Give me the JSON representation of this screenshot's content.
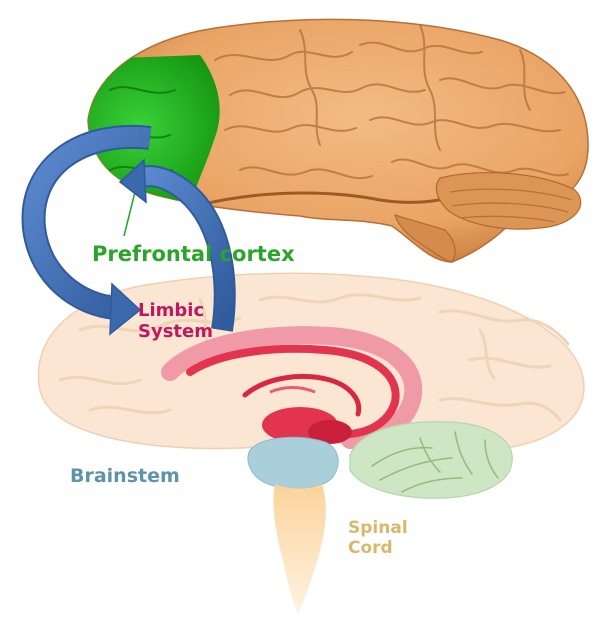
{
  "labels": {
    "prefrontal_cortex": "Prefrontal cortex",
    "limbic_line1": "Limbic",
    "limbic_line2": "System",
    "brainstem": "Brainstem",
    "spinal_line1": "Spinal",
    "spinal_line2": "Cord"
  },
  "colors": {
    "prefrontal_cortex": "#1faa1f",
    "prefrontal_label": "#2aa52a",
    "limbic_label": "#c2185b",
    "brainstem_label": "#5f93a8",
    "spinal_label": "#d9b86c",
    "cortex_brain": "#e9a465",
    "sagittal_brain": "#fbe6d4",
    "limbic_structure": "#e3344f",
    "brainstem": "#a9cfdb",
    "cerebellum": "#cfe6c5",
    "spinal_cord": "#fbd8a0",
    "arrow": "#3b69ad"
  }
}
